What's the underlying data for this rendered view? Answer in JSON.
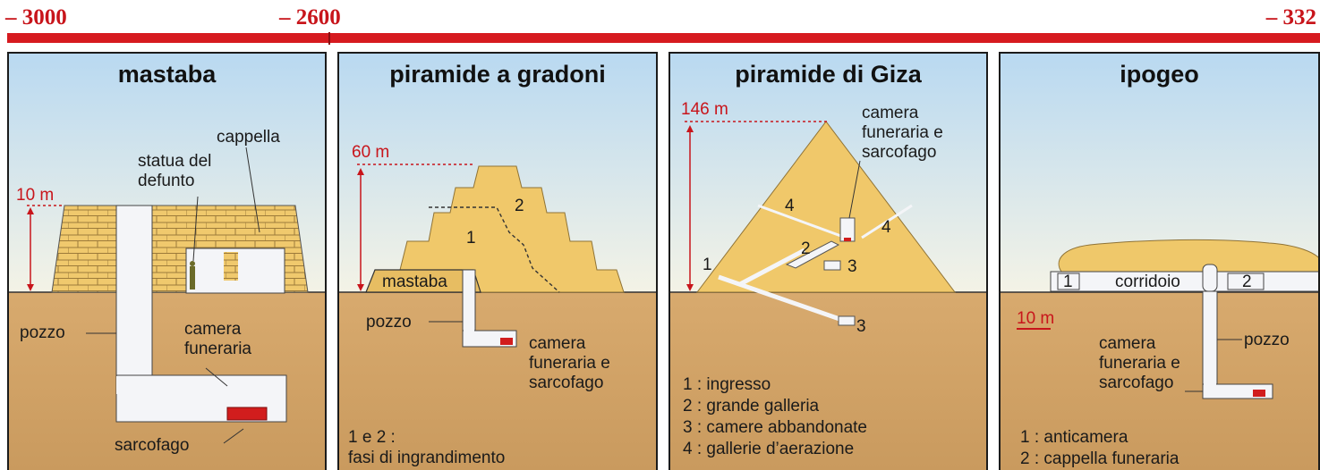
{
  "timeline": {
    "start": "– 3000",
    "middle": "– 2600",
    "end": "– 332"
  },
  "panels": {
    "mastaba": {
      "title": "mastaba",
      "height": "10 m",
      "chapel": "cappella",
      "statue": "statua del defunto",
      "shaft": "pozzo",
      "burial_chamber": "camera funeraria",
      "sarcophagus": "sarcofago"
    },
    "step_pyramid": {
      "title": "piramide a gradoni",
      "height": "60 m",
      "phase_1": "1",
      "phase_2": "2",
      "mastaba": "mastaba",
      "shaft": "pozzo",
      "chamber": "camera funeraria e sarcofago",
      "note_line1": "1 e 2 :",
      "note_line2": "fasi di ingrandimento"
    },
    "giza": {
      "title": "piramide di Giza",
      "height": "146 m",
      "chamber": "camera funeraria e sarcofago",
      "markers": [
        "1",
        "2",
        "3",
        "3",
        "4",
        "4"
      ],
      "legend": [
        "1 : ingresso",
        "2 : grande galleria",
        "3 : camere abbandonate",
        "4 : gallerie d’aerazione"
      ]
    },
    "hypogeum": {
      "title": "ipogeo",
      "corridor": "corridoio",
      "marker_1": "1",
      "marker_2": "2",
      "scale": "10 m",
      "shaft": "pozzo",
      "chamber": "camera funeraria e sarcofago",
      "legend": [
        "1 : anticamera",
        "2 : cappella funeraria"
      ]
    }
  },
  "colors": {
    "timeline_red": "#d61a1f",
    "sky_top": "#b8d8f0",
    "sky_bottom": "#f3f4ea",
    "ground": "#d9a96a",
    "stone": "#efc86a",
    "label_red": "#c8151b"
  }
}
